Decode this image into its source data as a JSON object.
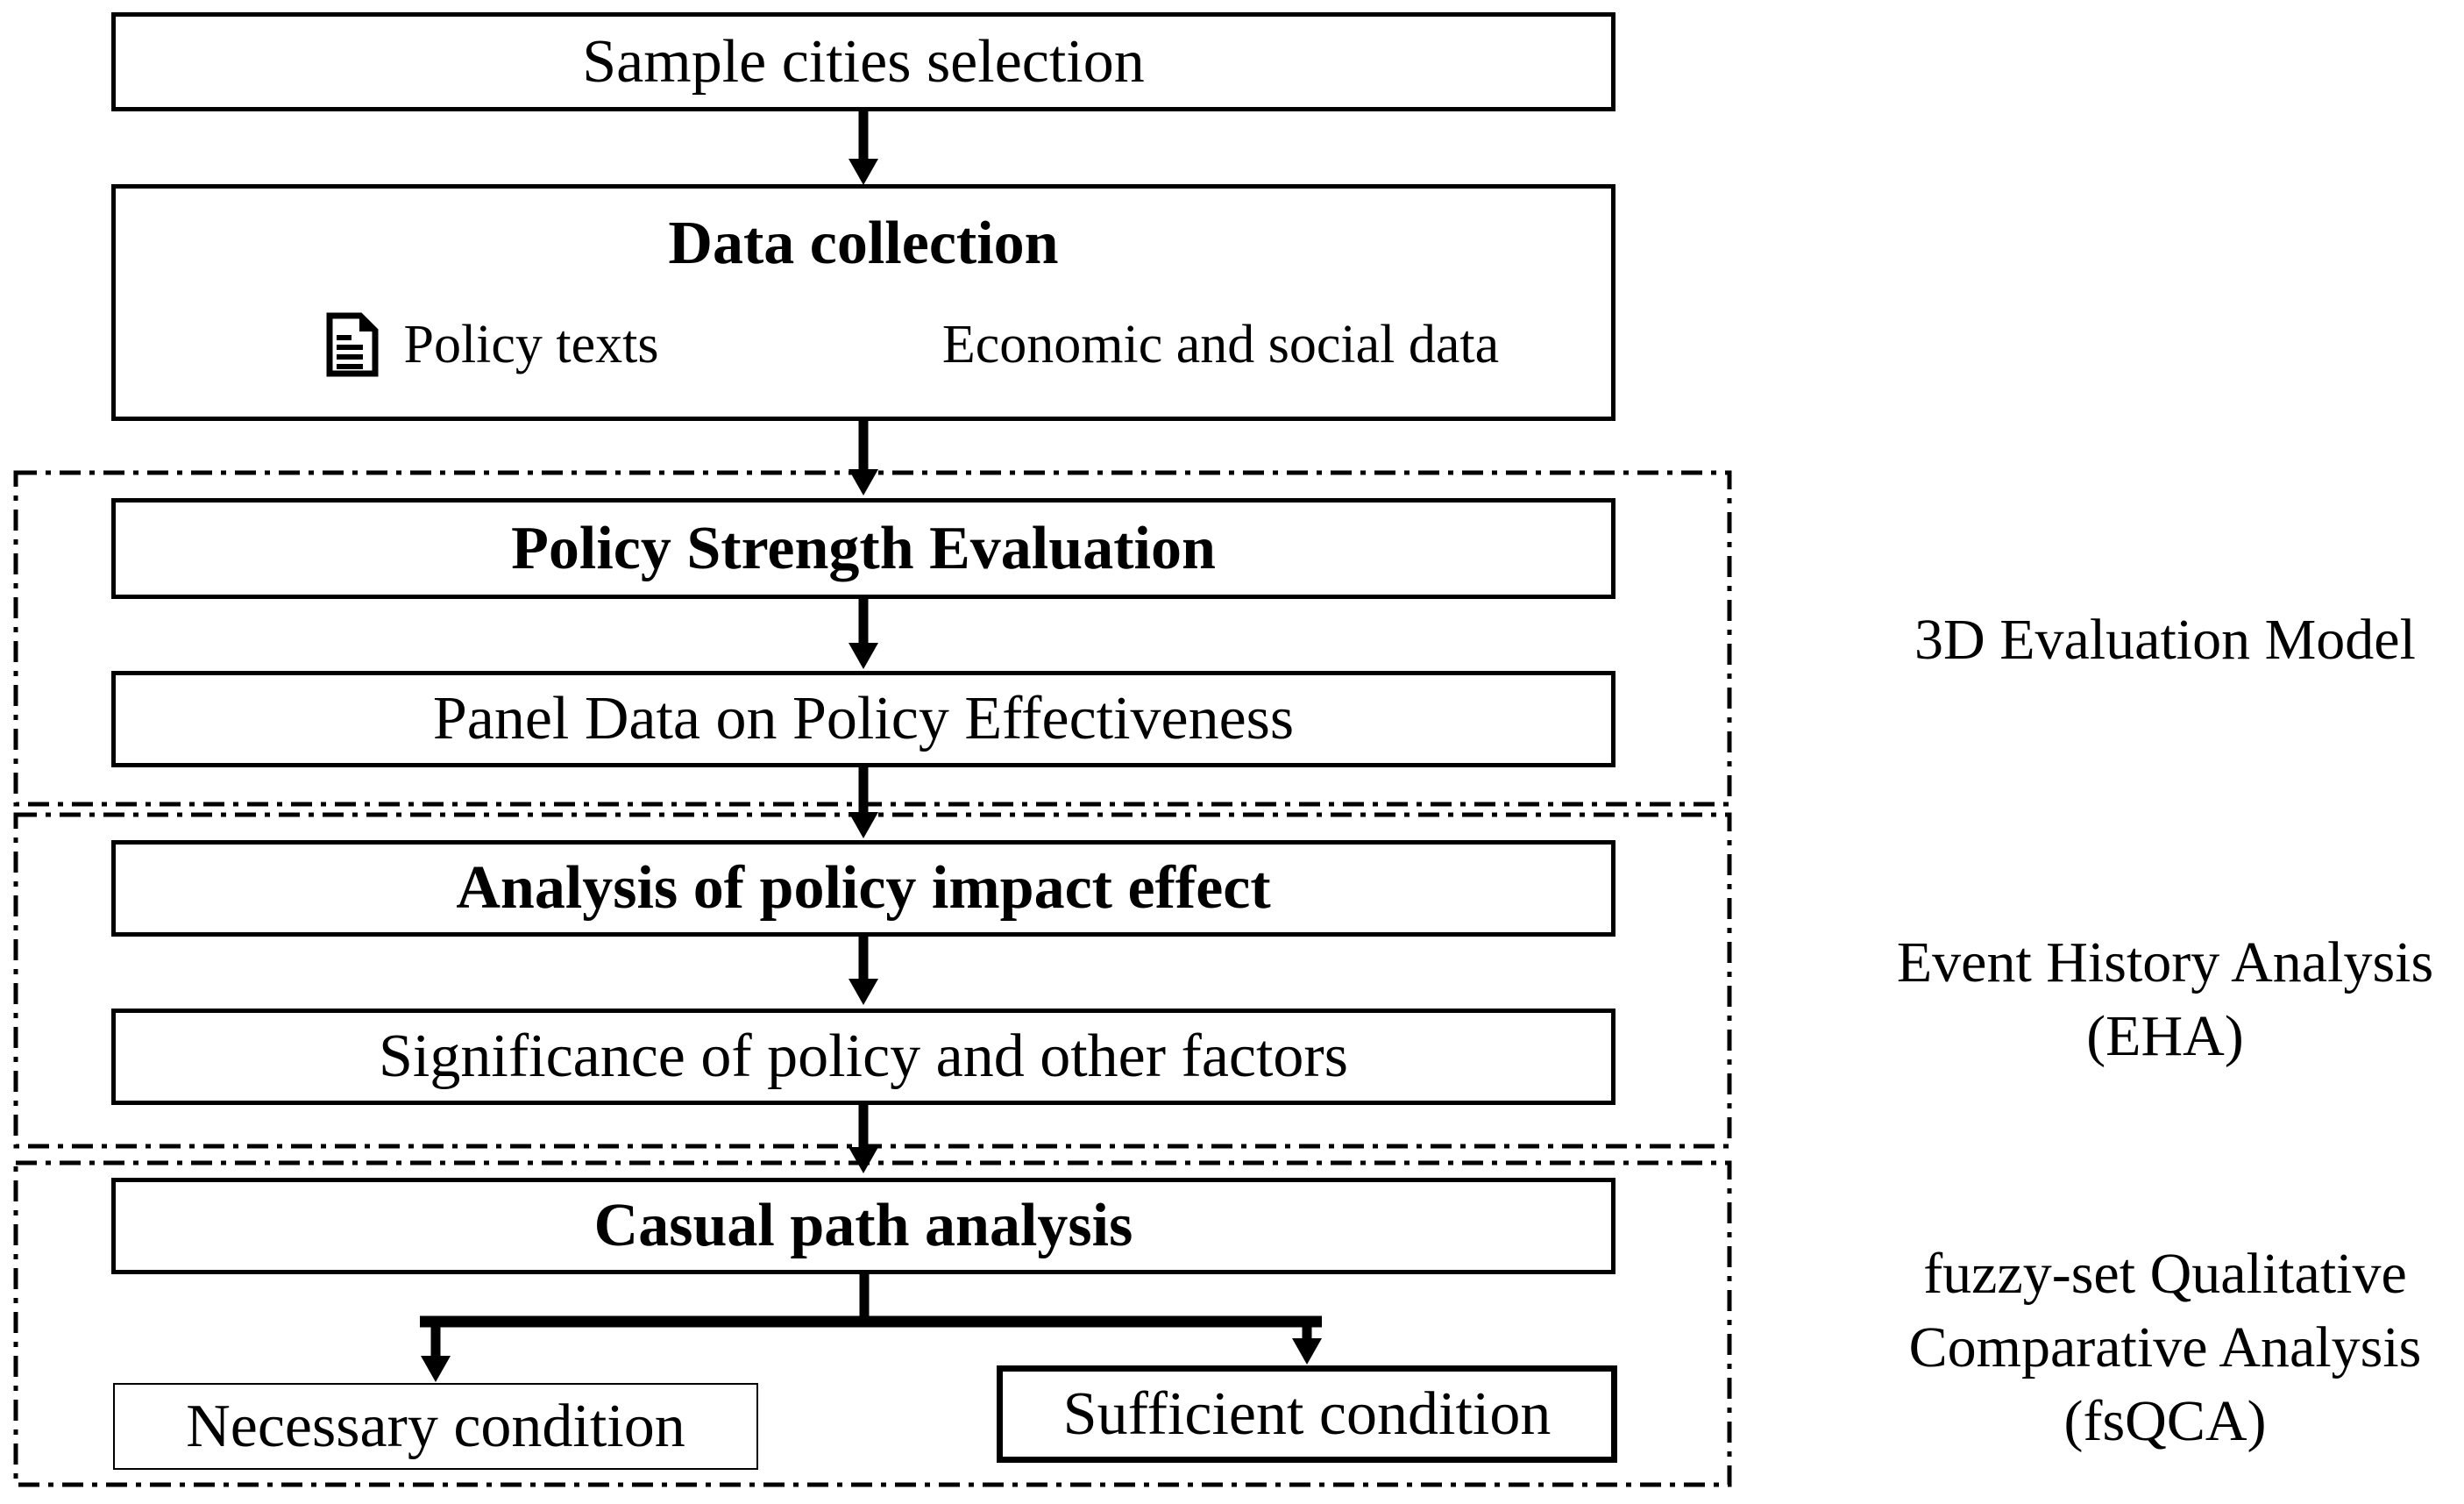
{
  "figure": {
    "colors": {
      "ink": "#000000",
      "background": "#ffffff"
    },
    "nodes": {
      "sample_cities": "Sample cities selection",
      "data_collection": "Data collection",
      "policy_texts": "Policy texts",
      "economic_social": "Economic and social data",
      "policy_strength": "Policy Strength Evaluation",
      "panel_data": "Panel Data on Policy Effectiveness",
      "analysis_impact": "Analysis of policy impact effect",
      "significance": "Significance of policy and other factors",
      "casual_path": "Casual path analysis",
      "necessary": "Necessary condition",
      "sufficient": "Sufficient condition"
    },
    "side_labels": {
      "model_3d": {
        "lines": [
          "3D Evaluation Model"
        ]
      },
      "eha": {
        "lines": [
          "Event History Analysis",
          "(EHA)"
        ]
      },
      "fsqca": {
        "lines": [
          "fuzzy-set Qualitative",
          "Comparative Analysis",
          "(fsQCA)"
        ]
      }
    },
    "icons": {
      "policy_texts_icon": "document-icon"
    }
  }
}
